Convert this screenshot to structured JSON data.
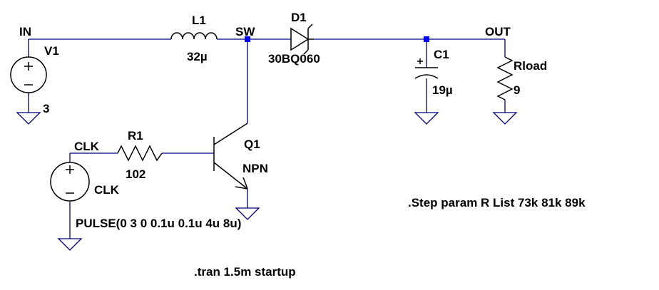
{
  "colors": {
    "wire": "#00007f",
    "component": "#000000",
    "junction": "#0000ff",
    "background": "#ffffff"
  },
  "nets": {
    "in": "IN",
    "sw": "SW",
    "out": "OUT",
    "clk": "CLK"
  },
  "components": {
    "v1": {
      "ref": "V1",
      "value": "3"
    },
    "l1": {
      "ref": "L1",
      "value": "32µ"
    },
    "d1": {
      "ref": "D1",
      "value": "30BQ060"
    },
    "c1": {
      "ref": "C1",
      "value": "19µ"
    },
    "rload": {
      "ref": "Rload",
      "value": "9"
    },
    "r1": {
      "ref": "R1",
      "value": "102"
    },
    "q1": {
      "ref": "Q1",
      "value": "NPN"
    },
    "clk_src": {
      "ref": "CLK",
      "value": "PULSE(0 3 0 0.1u 0.1u 4u 8u)"
    }
  },
  "directives": {
    "step": ".Step param R List 73k 81k 89k",
    "tran": ".tran 1.5m startup"
  }
}
